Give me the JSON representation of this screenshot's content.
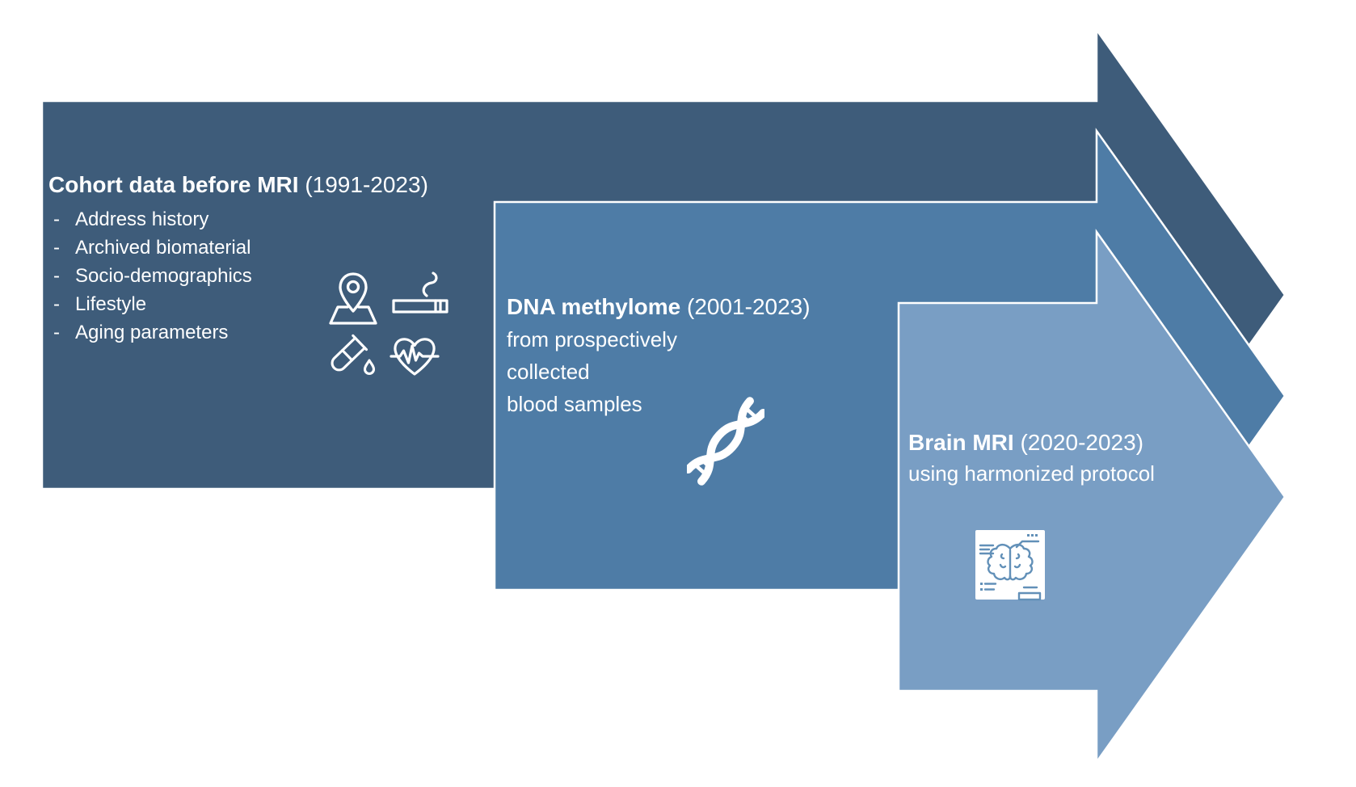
{
  "canvas": {
    "background": "#FFFFFF",
    "text_color": "#FFFFFF",
    "outline_color": "#FFFFFF"
  },
  "list_marker": "-",
  "arrows": [
    {
      "name": "cohort-data-before-mri",
      "fill": "#3E5C7A",
      "title_bold": "Cohort data before MRI",
      "title_year": " (1991-2023)",
      "items": [
        "Address history",
        "Archived biomaterial",
        "Socio-demographics",
        "Lifestyle",
        "Aging parameters"
      ],
      "icon_names": [
        "location-pin-icon",
        "cigarette-icon",
        "test-tube-icon",
        "heart-ecg-icon"
      ]
    },
    {
      "name": "dna-methylome",
      "fill": "#4E7CA6",
      "title_bold": "DNA methylome",
      "title_year": " (2001-2023)",
      "lines": [
        "from prospectively",
        "collected",
        "blood samples"
      ],
      "icon_names": [
        "dna-helix-icon"
      ]
    },
    {
      "name": "brain-mri",
      "fill": "#799EC4",
      "title_bold": "Brain MRI",
      "title_year": " (2020-2023)",
      "lines": [
        "using harmonized protocol"
      ],
      "icon_names": [
        "brain-scan-icon"
      ],
      "icon_fg": "#6290B8",
      "icon_bg": "#FFFFFF"
    }
  ]
}
